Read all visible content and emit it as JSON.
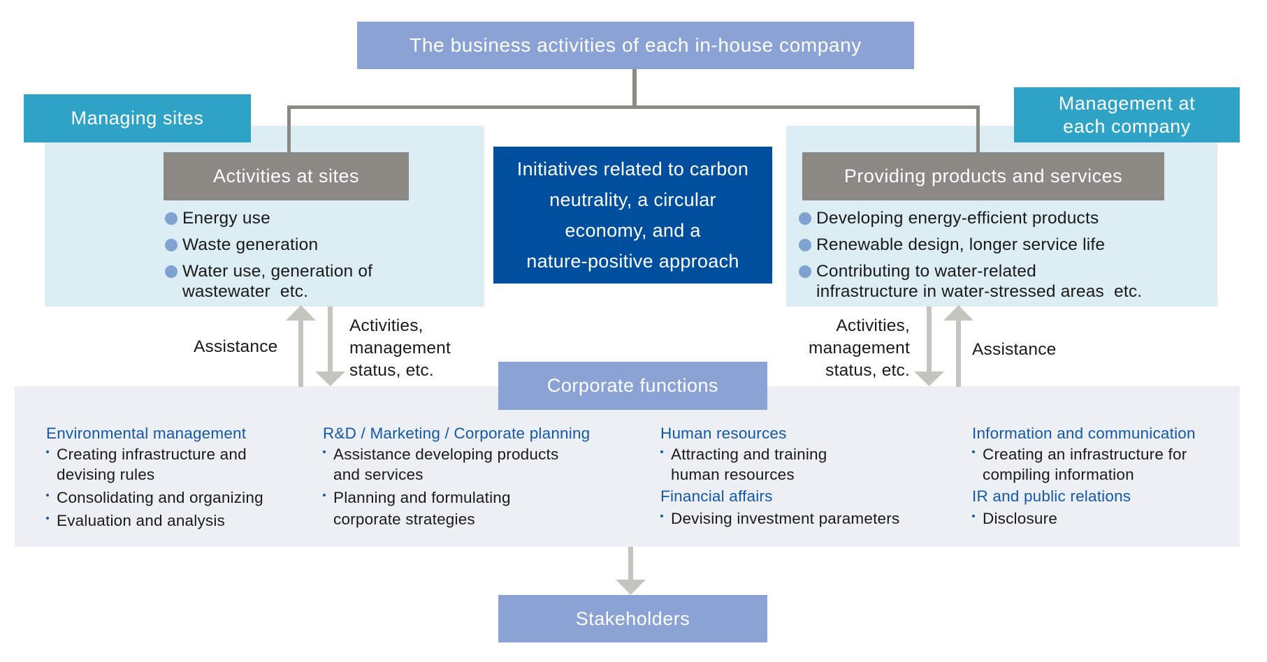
{
  "top_box": {
    "label": "The business activities of each in-house company"
  },
  "left_section": {
    "tag": "Managing sites",
    "header": "Activities at sites",
    "bullets": [
      {
        "lines": [
          "Energy use"
        ]
      },
      {
        "lines": [
          "Waste generation"
        ]
      },
      {
        "lines": [
          "Water use, generation of",
          "wastewater  etc."
        ]
      }
    ]
  },
  "center_box": {
    "lines": [
      "Initiatives related to carbon",
      "neutrality, a circular",
      "economy, and a",
      "nature-positive approach"
    ]
  },
  "right_section": {
    "tag_lines": [
      "Management at",
      "each company"
    ],
    "header": "Providing products and services",
    "bullets": [
      {
        "lines": [
          "Developing energy-efficient products"
        ]
      },
      {
        "lines": [
          "Renewable design, longer service life"
        ]
      },
      {
        "lines": [
          "Contributing to water-related",
          "infrastructure in water-stressed areas  etc."
        ]
      }
    ]
  },
  "flows": {
    "left_assistance": "Assistance",
    "left_report_lines": [
      "Activities,",
      "management",
      "status, etc."
    ],
    "right_report_lines": [
      "Activities,",
      "management",
      "status, etc."
    ],
    "right_assistance": "Assistance"
  },
  "corporate": {
    "label": "Corporate functions",
    "columns": [
      {
        "groups": [
          {
            "heading": "Environmental management",
            "items": [
              [
                "Creating infrastructure and",
                "devising rules"
              ],
              [
                "Consolidating and organizing"
              ],
              [
                "Evaluation and analysis"
              ]
            ]
          }
        ]
      },
      {
        "groups": [
          {
            "heading": "R&D / Marketing / Corporate planning",
            "items": [
              [
                "Assistance developing products",
                "and services"
              ],
              [
                "Planning and formulating",
                "corporate strategies"
              ]
            ]
          }
        ]
      },
      {
        "groups": [
          {
            "heading": "Human resources",
            "items": [
              [
                "Attracting and training",
                "human resources"
              ]
            ]
          },
          {
            "heading": "Financial affairs",
            "items": [
              [
                "Devising investment parameters"
              ]
            ]
          }
        ]
      },
      {
        "groups": [
          {
            "heading": "Information and communication",
            "items": [
              [
                "Creating an infrastructure for",
                "compiling information"
              ]
            ]
          },
          {
            "heading": "IR and public relations",
            "items": [
              [
                "Disclosure"
              ]
            ]
          }
        ]
      }
    ]
  },
  "bottom_box": {
    "label": "Stakeholders"
  },
  "colors": {
    "periwinkle": "#8aa3d4",
    "teal": "#2fa3c6",
    "gray": "#8a8983",
    "navy": "#004f9f",
    "light_blue_panel": "#dcedf4",
    "light_gray_panel": "#eceff3",
    "heading_blue": "#1558a6",
    "bullet_blue": "#7fa2d0",
    "arrow_gray": "#c4c5bf"
  }
}
